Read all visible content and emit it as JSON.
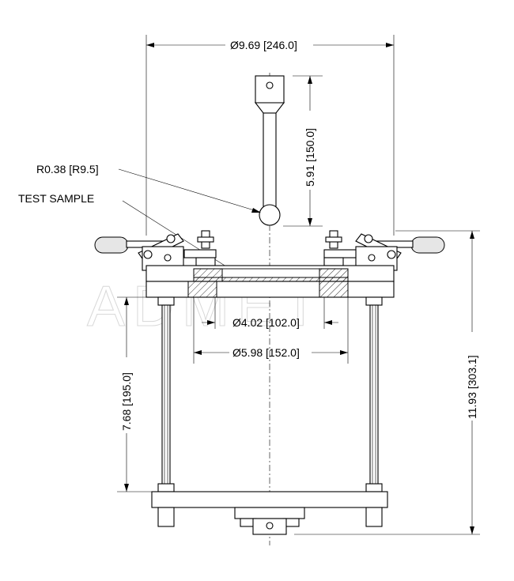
{
  "dimensions": {
    "overall_diameter": "Ø9.69 [246.0]",
    "drop_height": "5.91 [150.0]",
    "tip_radius": "R0.38 [R9.5]",
    "opening_diameter": "Ø4.02 [102.0]",
    "clamp_diameter": "Ø5.98 [152.0]",
    "rod_height": "7.68 [195.0]",
    "overall_height": "11.93 [303.1]"
  },
  "callouts": {
    "test_sample": "TEST SAMPLE"
  },
  "watermark": "ADMET",
  "colors": {
    "line": "#000000",
    "watermark": "#d8d8d8"
  }
}
